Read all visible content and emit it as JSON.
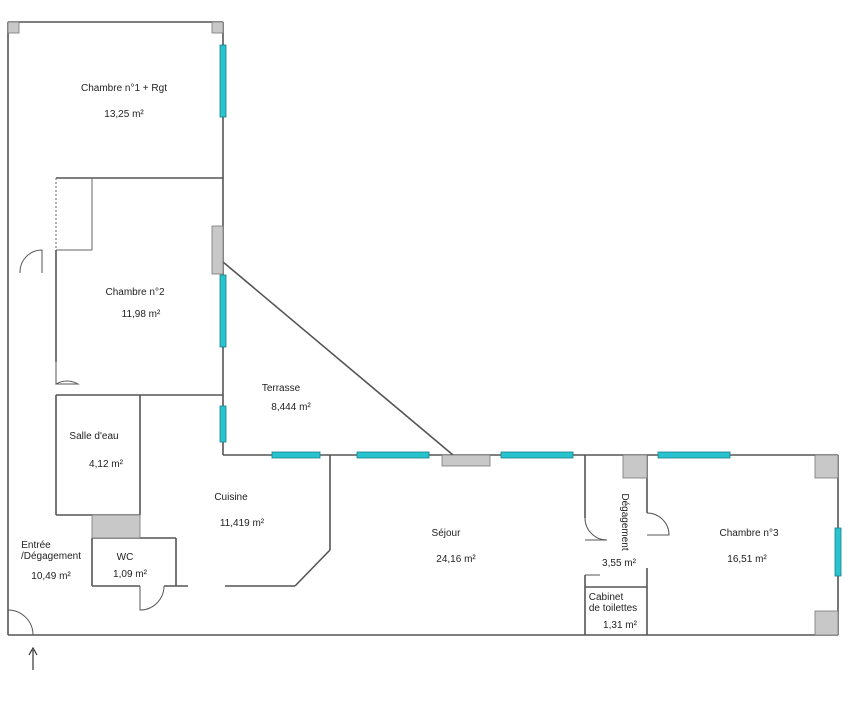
{
  "rooms": {
    "chambre1": {
      "name": "Chambre n°1 + Rgt",
      "area": "13,25  m²"
    },
    "chambre2": {
      "name": "Chambre n°2",
      "area": "11,98  m²"
    },
    "terrasse": {
      "name": "Terrasse",
      "area": "8,444  m²"
    },
    "salle_eau": {
      "name": "Salle d'eau",
      "area": "4,12  m²"
    },
    "cuisine": {
      "name": "Cuisine",
      "area": "11,419  m²"
    },
    "entree": {
      "name_line1": "Entrée",
      "name_line2": "/Dégagement",
      "area": "10,49  m²"
    },
    "wc": {
      "name": "WC",
      "area": "1,09  m²"
    },
    "sejour": {
      "name": "Séjour",
      "area": "24,16  m²"
    },
    "degagement": {
      "name": "Dégagement",
      "area": "3,55  m²"
    },
    "cabinet": {
      "name_line1": "Cabinet",
      "name_line2": "de toilettes",
      "area": "1,31  m²"
    },
    "chambre3": {
      "name": "Chambre n°3",
      "area": "16,51  m²"
    }
  },
  "colors": {
    "window": "#27c4d0",
    "pillar": "#c8c8c8",
    "wall": "#555555"
  }
}
